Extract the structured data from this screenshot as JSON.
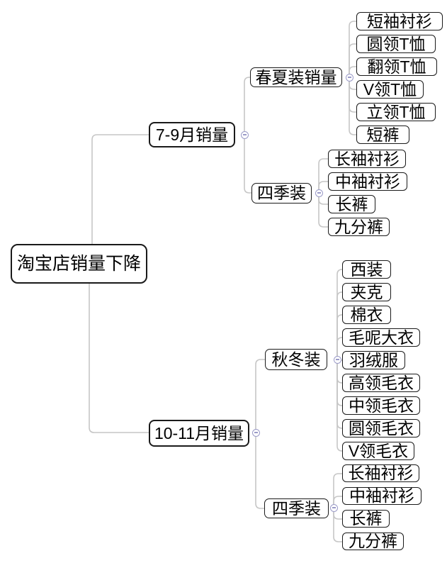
{
  "colors": {
    "canvas": "#ffffff",
    "node_border": "#1a1a1a",
    "node_fill": "#ffffff",
    "text": "#000000",
    "connector": "#c6c6c6",
    "collapse": "#9b9bc8"
  },
  "icons": {
    "collapse": "minus-in-circle"
  },
  "mindmap": {
    "root": {
      "label": "淘宝店销量下降"
    },
    "branches": [
      {
        "label": "7-9月销量",
        "children": [
          {
            "label": "春夏装销量",
            "children": [
              "短袖衬衫",
              "圆领T恤",
              "翻领T恤",
              "V领T恤",
              "立领T恤",
              "短裤"
            ]
          },
          {
            "label": "四季装",
            "children": [
              "长袖衬衫",
              "中袖衬衫",
              "长裤",
              "九分裤"
            ]
          }
        ]
      },
      {
        "label": "10-11月销量",
        "children": [
          {
            "label": "秋冬装",
            "children": [
              "西装",
              "夹克",
              "棉衣",
              "毛呢大衣",
              "羽绒服",
              "高领毛衣",
              "中领毛衣",
              "圆领毛衣",
              "V领毛衣"
            ]
          },
          {
            "label": "四季装",
            "children": [
              "长袖衬衫",
              "中袖衬衫",
              "长裤",
              "九分裤"
            ]
          }
        ]
      }
    ]
  }
}
